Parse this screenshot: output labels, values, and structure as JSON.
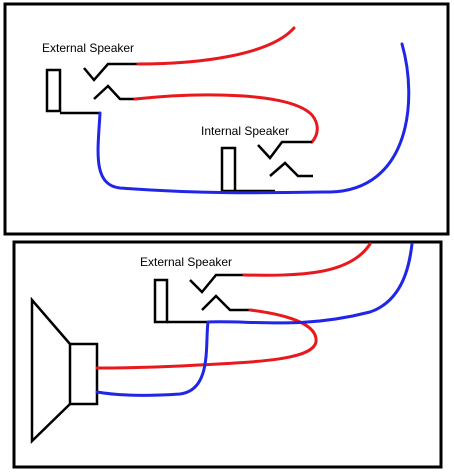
{
  "panels": [
    {
      "id": "top",
      "labels": {
        "external": "External Speaker",
        "internal": "Internal Speaker"
      }
    },
    {
      "id": "bottom",
      "labels": {
        "external": "External Speaker"
      }
    }
  ],
  "colors": {
    "wire_red": "#e8191e",
    "wire_blue": "#1f26e8",
    "ink": "#000000",
    "background": "#ffffff"
  }
}
